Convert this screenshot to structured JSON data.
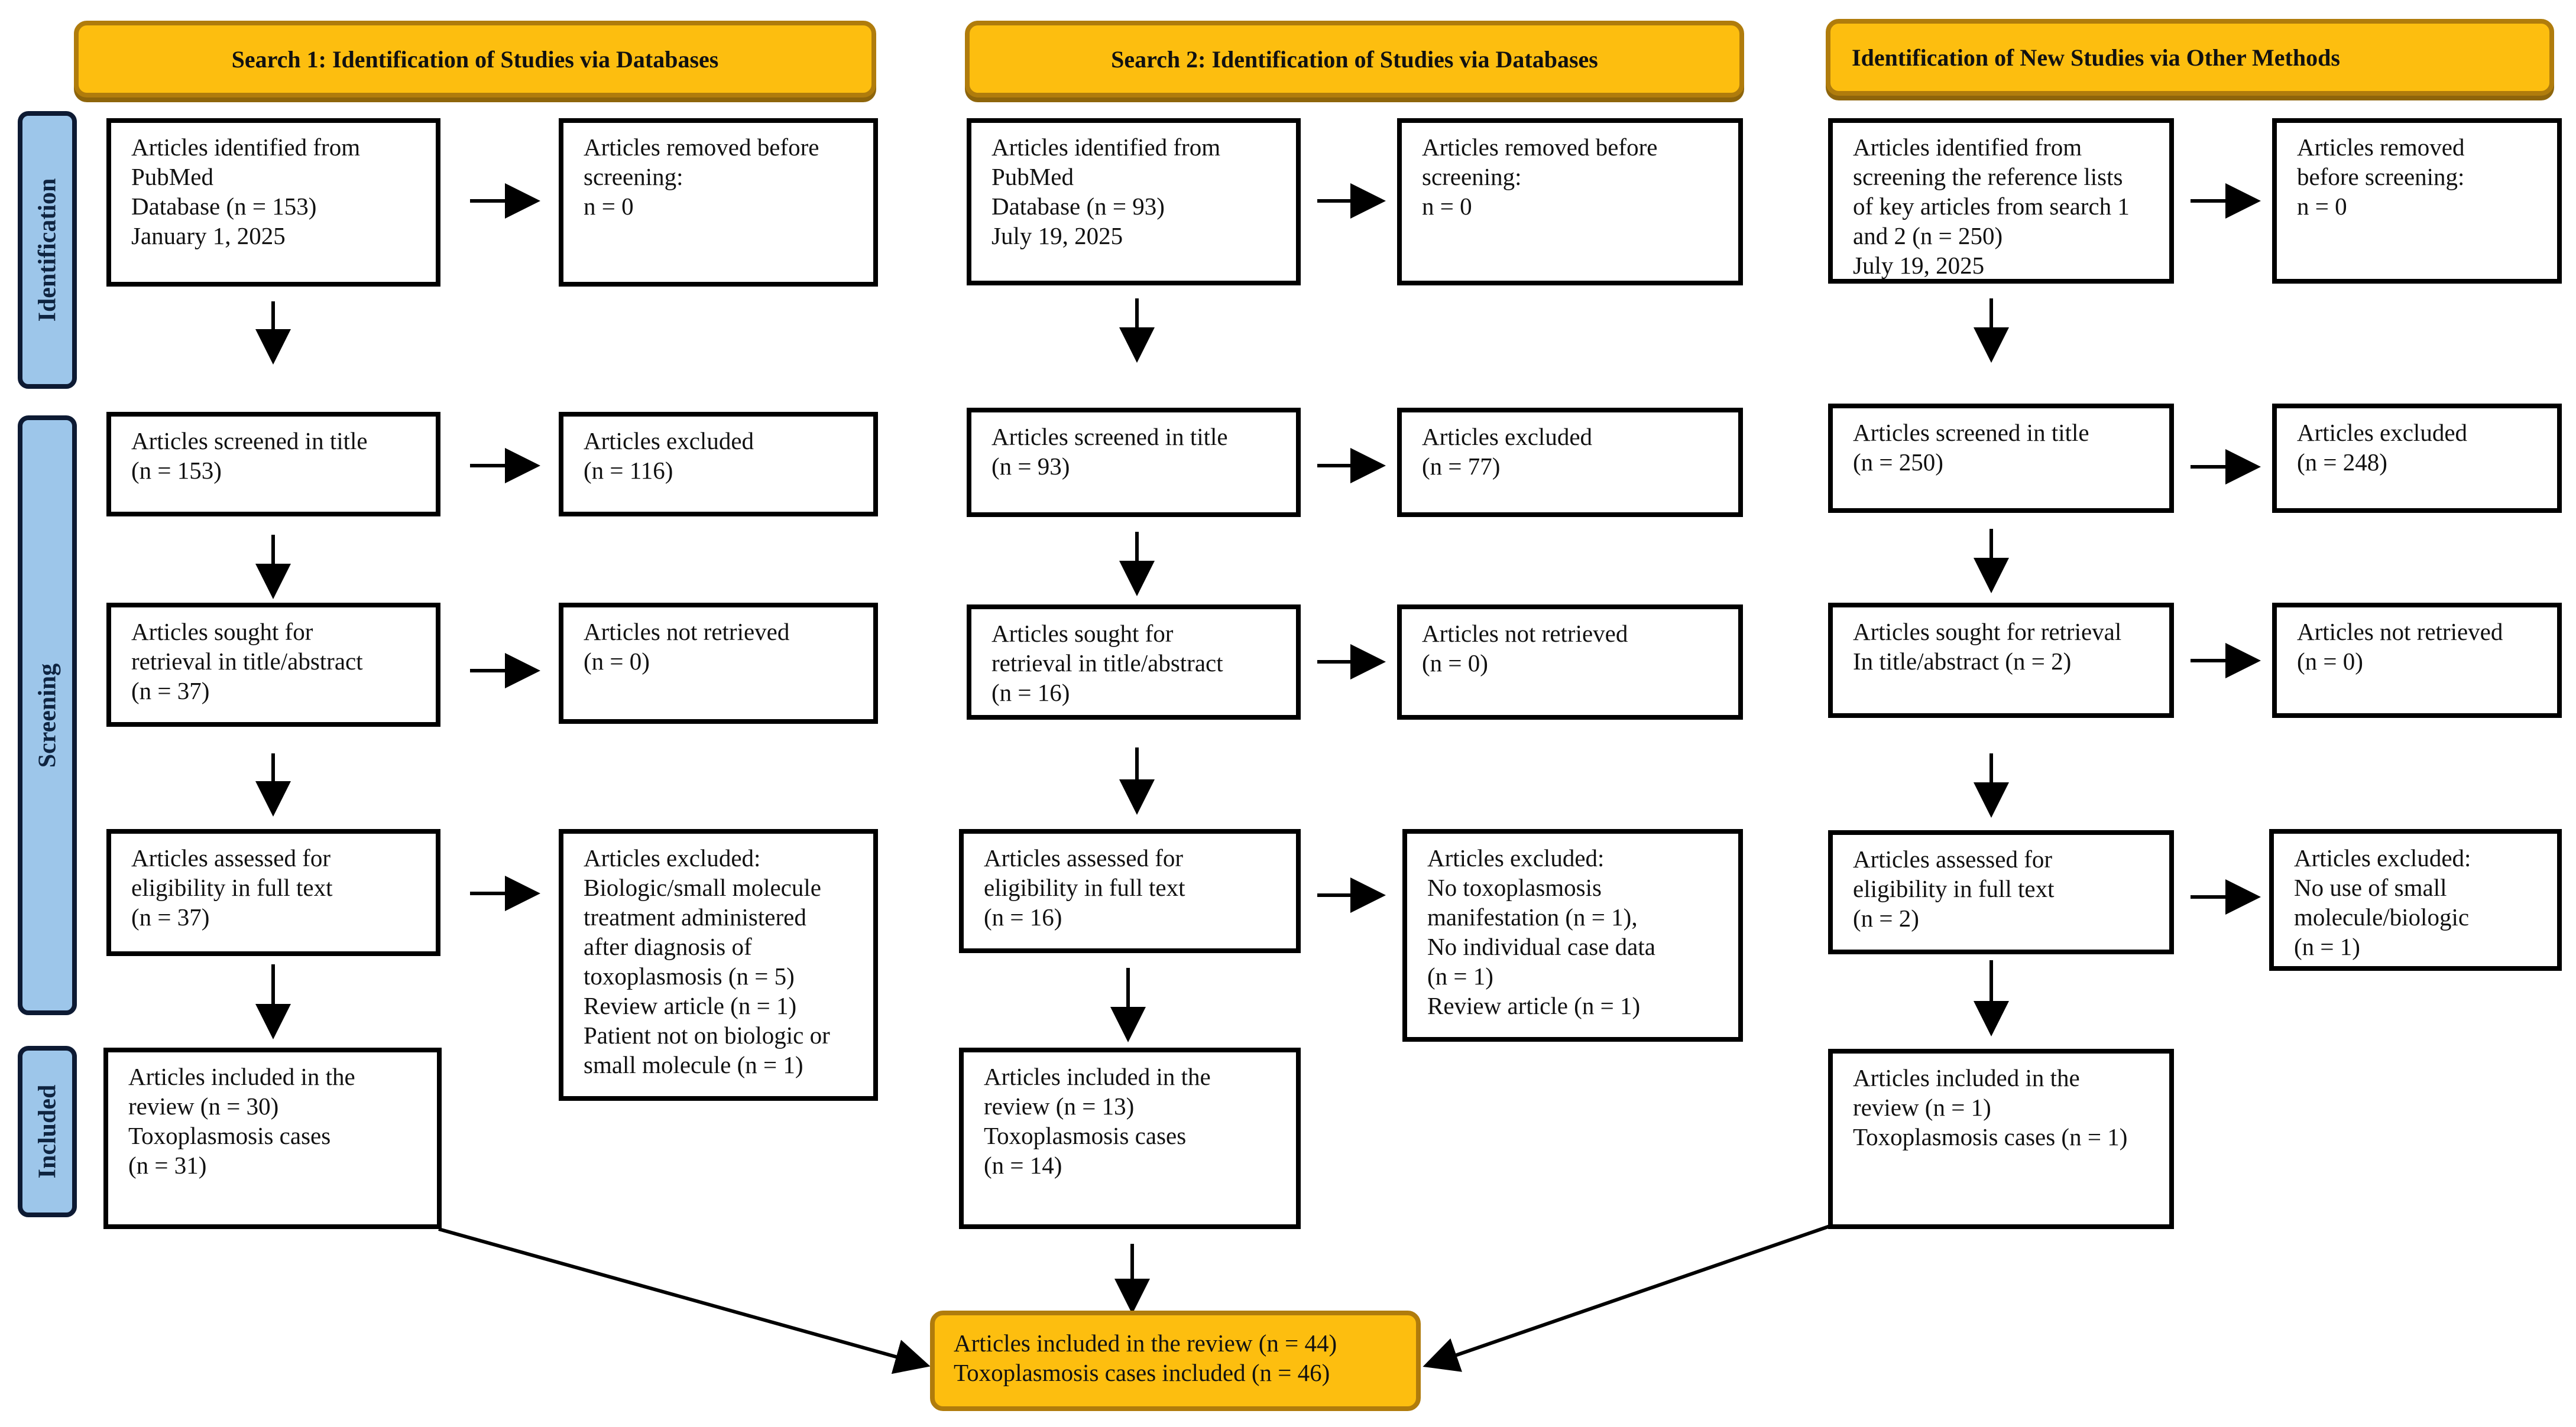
{
  "headers": {
    "search1": "Search 1: Identification of Studies via Databases",
    "search2": "Search 2: Identification of Studies via Databases",
    "other": "Identification of New Studies via Other Methods"
  },
  "stages": {
    "identification": "Identification",
    "screening": "Screening",
    "included": "Included"
  },
  "search1": {
    "identified": [
      "Articles identified from",
      "PubMed",
      "Database (n = 153)",
      "January 1, 2025"
    ],
    "removed": [
      "Articles removed before",
      "screening:",
      "n = 0"
    ],
    "screened": [
      "Articles screened in title",
      "(n = 153)"
    ],
    "excluded": [
      "Articles excluded",
      "(n = 116)"
    ],
    "sought": [
      "Articles sought for",
      "retrieval in title/abstract",
      "(n = 37)"
    ],
    "not_retrieved": [
      "Articles not retrieved",
      "(n = 0)"
    ],
    "assessed": [
      "Articles assessed for",
      "eligibility in full text",
      "(n = 37)"
    ],
    "excluded_reasons": [
      "Articles excluded:",
      "Biologic/small molecule",
      "treatment administered",
      "after diagnosis of",
      "toxoplasmosis (n = 5)",
      "Review article (n = 1)",
      "Patient not on biologic or",
      "small molecule (n = 1)"
    ],
    "included": [
      "Articles included in the",
      "review (n = 30)",
      "Toxoplasmosis cases",
      "(n = 31)"
    ]
  },
  "search2": {
    "identified": [
      "Articles identified from",
      "PubMed",
      "Database  (n = 93)",
      "July 19, 2025"
    ],
    "removed": [
      "Articles removed before",
      "screening:",
      "n = 0"
    ],
    "screened": [
      "Articles screened in title",
      "(n = 93)"
    ],
    "excluded": [
      "Articles excluded",
      "(n = 77)"
    ],
    "sought": [
      "Articles sought for",
      "retrieval in title/abstract",
      "(n = 16)"
    ],
    "not_retrieved": [
      "Articles not retrieved",
      "(n = 0)"
    ],
    "assessed": [
      "Articles assessed for",
      "eligibility in full text",
      "(n = 16)"
    ],
    "excluded_reasons": [
      "Articles excluded:",
      "No toxoplasmosis",
      "manifestation (n = 1),",
      "No individual case data",
      "(n = 1)",
      "Review article (n = 1)"
    ],
    "included": [
      "Articles included in the",
      "review (n = 13)",
      "Toxoplasmosis cases",
      "(n = 14)"
    ]
  },
  "other": {
    "identified": [
      "Articles identified from",
      "screening the reference lists",
      "of key articles from search 1",
      "and 2 (n = 250)",
      "July 19, 2025"
    ],
    "removed": [
      "Articles removed",
      "before screening:",
      "n = 0"
    ],
    "screened": [
      "Articles screened in title",
      "(n = 250)"
    ],
    "excluded": [
      "Articles excluded",
      "(n = 248)"
    ],
    "sought": [
      "Articles sought for retrieval",
      "In title/abstract  (n = 2)"
    ],
    "not_retrieved": [
      "Articles not retrieved",
      "(n = 0)"
    ],
    "assessed": [
      "Articles assessed for",
      "eligibility in full text",
      "(n = 2)"
    ],
    "excluded_reasons": [
      "Articles excluded:",
      "No use of small",
      "molecule/biologic",
      "(n = 1)"
    ],
    "included": [
      "Articles included in the",
      "review (n = 1)",
      "Toxoplasmosis cases (n = 1)"
    ]
  },
  "final": [
    "Articles included in the review (n = 44)",
    "Toxoplasmosis cases included (n = 46)"
  ],
  "colors": {
    "header_fill": "#fdbe0f",
    "stage_fill": "#9dc6ea"
  }
}
